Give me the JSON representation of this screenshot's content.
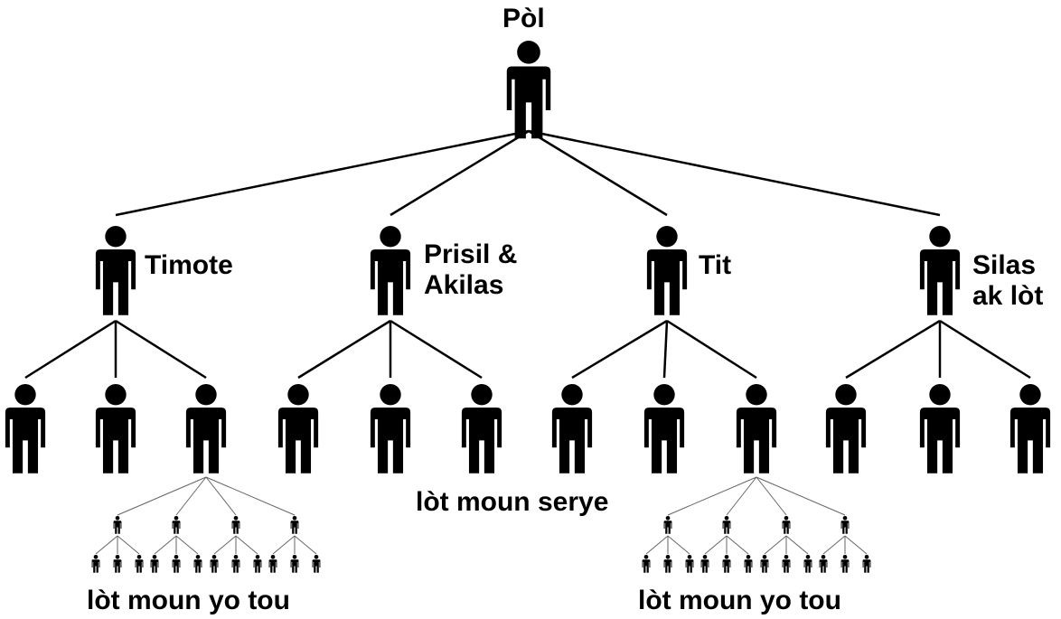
{
  "diagram": {
    "root": "Pòl",
    "leaders": [
      "Timote",
      "Prisil &\nAkilas",
      "Tit",
      "Silas\nak lòt"
    ],
    "middle_caption": "lòt moun serye",
    "bottom_captions": [
      "lòt moun yo tou",
      "lòt moun yo tou"
    ],
    "colors": {
      "figure": "#000000",
      "line": "#000000",
      "background": "#ffffff"
    }
  }
}
